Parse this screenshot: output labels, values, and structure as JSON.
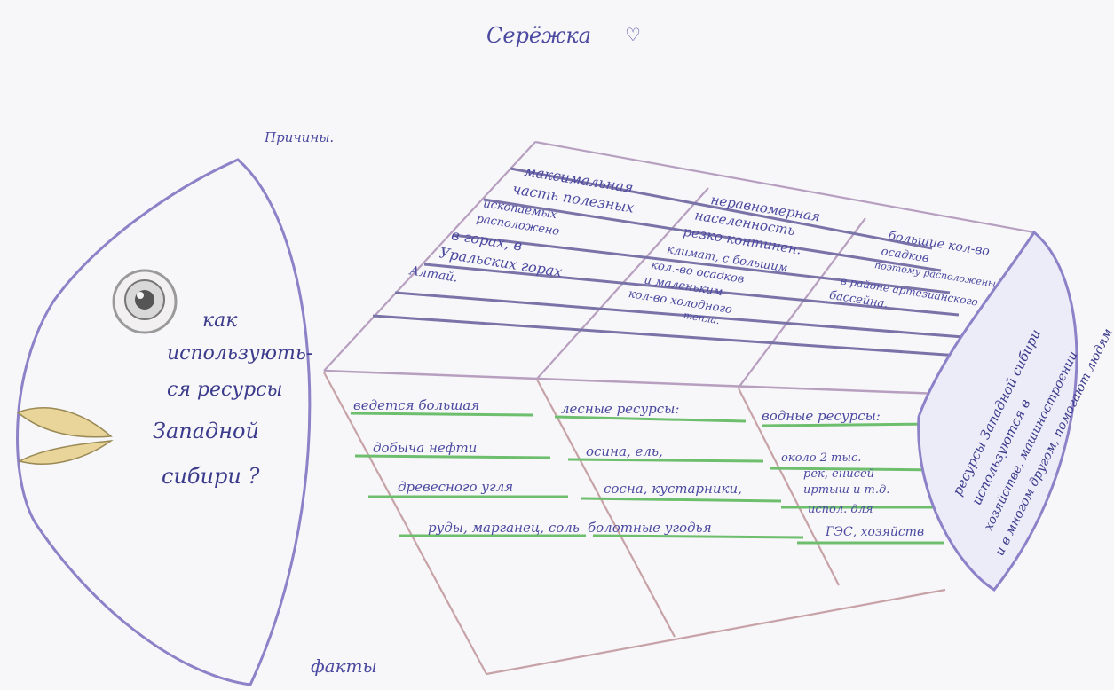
{
  "author": "Серёжка",
  "label_causes": "Причины.",
  "label_facts": "факты",
  "head_question": [
    "как",
    "использують-",
    "ся ресурсы",
    "Западной",
    "сибири ?"
  ],
  "tail_conclusion": [
    "ресурсы Западной сибири",
    "используются в",
    "хозяйстве, машиностроении",
    "и в многом другом, помогают людям"
  ],
  "causes": [
    {
      "lines": [
        "максимальная",
        "часть полезных",
        "ископаемых",
        "расположено",
        "в горах, в",
        "Уральских горах",
        "Алтай."
      ]
    },
    {
      "lines": [
        "неравномерная",
        "населенность",
        "резко континен.",
        "климат, с большим",
        "кол.-во осадков",
        "и маленьким",
        "кол-во холодного",
        "тепла."
      ]
    },
    {
      "lines": [
        "большие кол-во",
        "осадков",
        "поэтому расположены",
        "в районе артезианского",
        "бассейна."
      ]
    }
  ],
  "facts": [
    {
      "lines": [
        "ведется большая",
        "добыча нефти",
        "древесного угля",
        "руды, марганец, соль"
      ]
    },
    {
      "lines": [
        "лесные ресурсы:",
        "осина, ель,",
        "сосна, кустарники,",
        "болотные угодья"
      ]
    },
    {
      "lines": [
        "водные ресурсы:",
        "около 2 тыс.",
        "рек, енисей",
        "иртыш и т.д.",
        "испол. для",
        "ГЭС, хозяйств"
      ]
    }
  ],
  "colors": {
    "ink": "#4b4aa0",
    "fish_outline": "#8d82c8",
    "bone": "#b79fbf",
    "underline": "#6dbe6d",
    "lips": "#e9d49a"
  }
}
